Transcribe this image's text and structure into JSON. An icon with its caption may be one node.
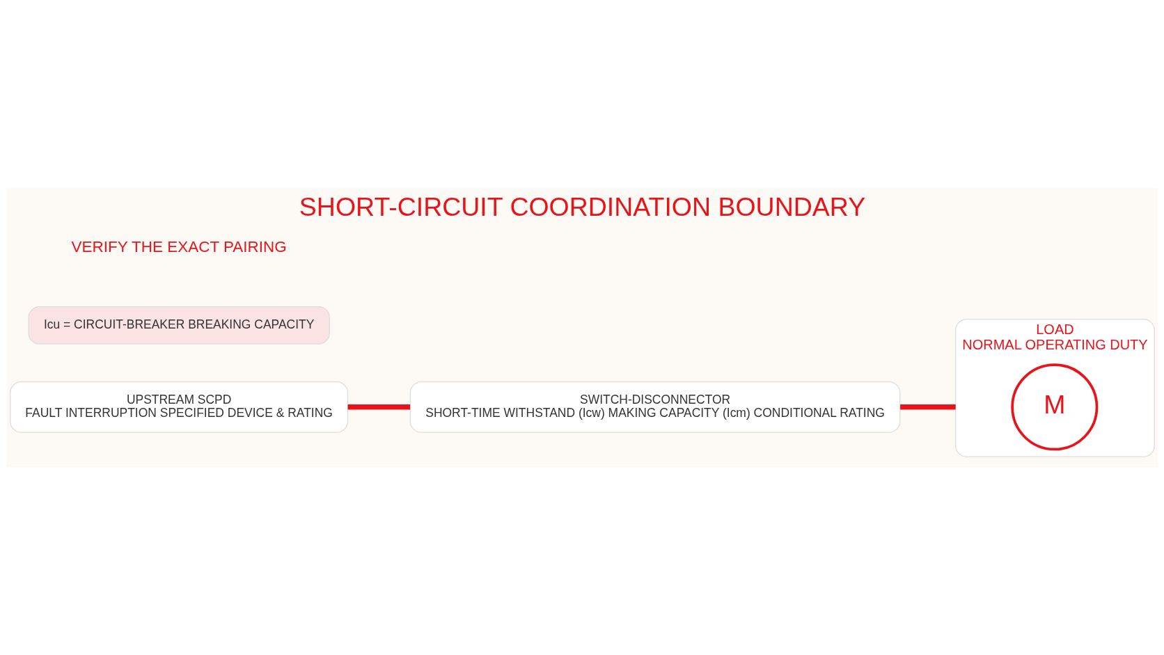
{
  "diagram": {
    "title": "SHORT-CIRCUIT COORDINATION BOUNDARY",
    "nodes": [
      {
        "text": [
          "UPSTREAM SCPD",
          "FAULT INTERRUPTION SPECIFIED DEVICE & RATING"
        ]
      },
      {
        "text": [
          "SWITCH-DISCONNECTOR",
          "SHORT-TIME WITHSTAND (Icw) MAKING CAPACITY (Icm) CONDITIONAL RATING"
        ]
      },
      {
        "text": [
          "LOAD",
          "NORMAL OPERATING DUTY"
        ]
      },
      {
        "text": [
          "M"
        ],
        "in": 2
      },
      {
        "text": [
          "Icu = CIRCUIT-BREAKER BREAKING CAPACITY"
        ]
      }
    ],
    "edges": [
      {
        "from": 0,
        "to": 1,
        "arrow": "none"
      },
      {
        "from": 1,
        "to": 2,
        "arrow": "none"
      }
    ],
    "labels": [
      "VERIFY THE EXACT PAIRING"
    ]
  }
}
